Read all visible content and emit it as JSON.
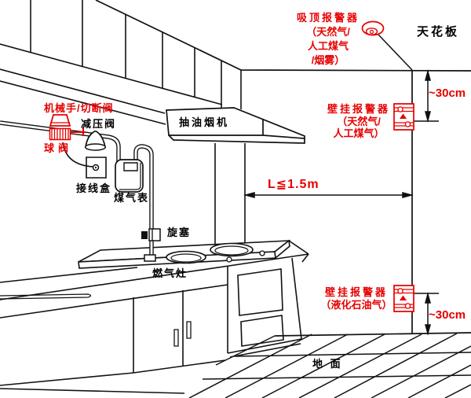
{
  "colors": {
    "accent_red": "#e60000",
    "line_black": "#111111",
    "background": "#ffffff"
  },
  "labels": {
    "ceiling": "天花板",
    "ground": "地 面",
    "range_hood": "抽油烟机",
    "gas_stove": "燃气灶",
    "gas_meter": "煤气表",
    "junction_box": "接线盒",
    "pressure_regulator": "减压阀",
    "mechanical_cutoff_valve": "机械手/切断阀",
    "ball_valve": "球阀",
    "plug_cock": "旋塞"
  },
  "alarms": {
    "ceiling_alarm": {
      "line1": "吸顶报警器",
      "line2": "（天然气/",
      "line3": "人工煤气",
      "line4": "/烟雾）"
    },
    "wall_alarm_top": {
      "line1": "壁挂报警器",
      "line2": "（天然气/",
      "line3": "人工煤气）"
    },
    "wall_alarm_bottom": {
      "line1": "壁挂报警器",
      "line2": "（液化石油气）"
    }
  },
  "dimensions": {
    "ceiling_clearance": "~30cm",
    "floor_clearance": "~30cm",
    "horizontal_distance": "L≦1.5m"
  },
  "icons": {
    "ceiling_alarm_icon": "smoke-detector",
    "wall_alarm_icon": "wall-gas-alarm",
    "valve_icon": "motorized-shutoff-valve",
    "regulator_icon": "pressure-regulator-bell",
    "meter_icon": "gas-meter-box",
    "junction_icon": "junction-box-terminal"
  }
}
